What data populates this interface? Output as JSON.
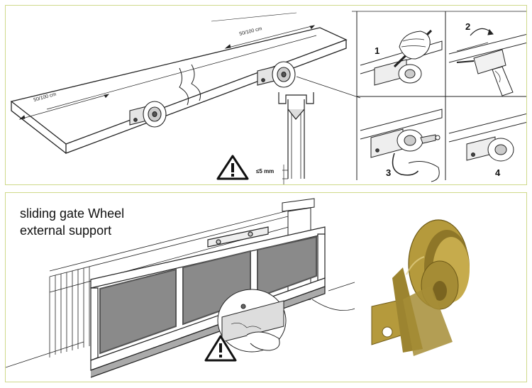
{
  "dimensions": {
    "beam_left_spacing": "50/100 cm",
    "beam_right_spacing": "50/100 cm",
    "clearance": "≤5 mm"
  },
  "steps": [
    "1",
    "2",
    "3",
    "4"
  ],
  "caption": {
    "line1": "sliding gate Wheel",
    "line2": "external  support"
  },
  "icons": {
    "warning": "warning-triangle-icon",
    "pencil": "pencil-icon",
    "drill": "drill-icon",
    "hand": "hand-icon"
  },
  "colors": {
    "panel_border": "#cfd98a",
    "line": "#222222",
    "bracket_metal": "#b59a3c",
    "mesh": "#8a8a8a"
  }
}
